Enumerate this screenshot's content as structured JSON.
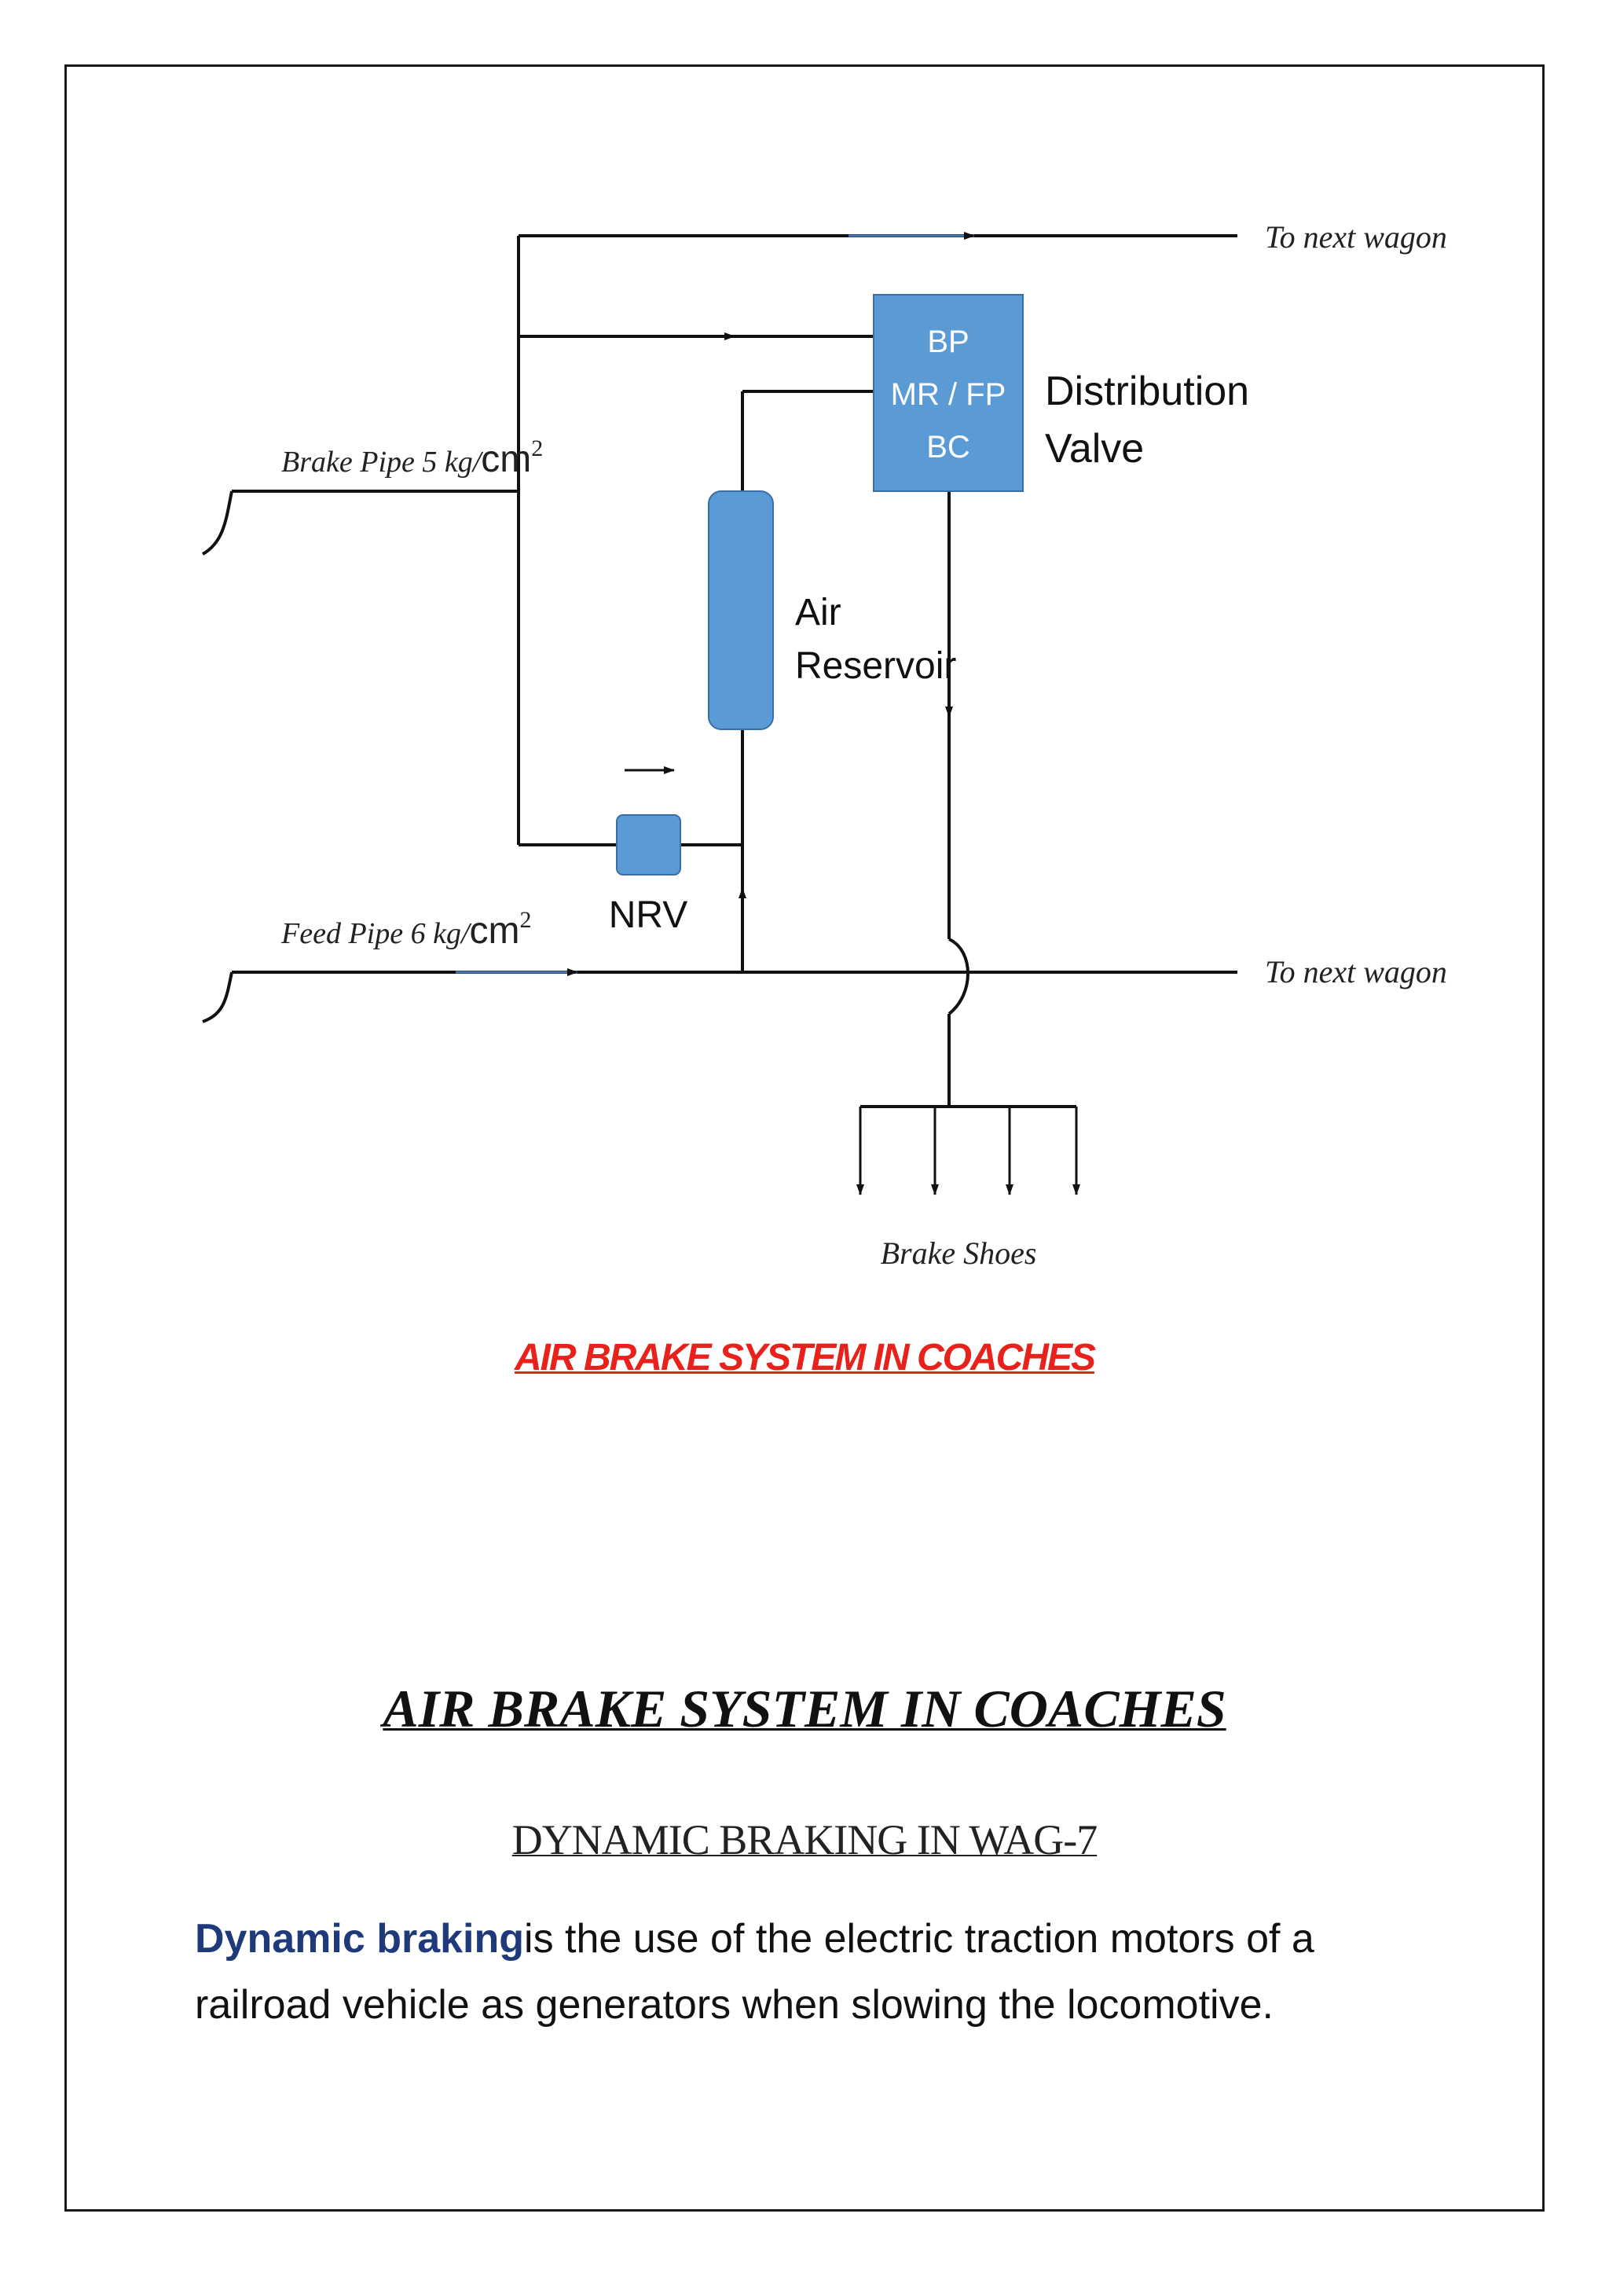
{
  "diagram": {
    "to_next_wagon_top": "To next wagon",
    "to_next_wagon_bottom": "To next wagon",
    "brake_pipe_label": "Brake Pipe 5 kg/",
    "brake_pipe_unit": "cm",
    "brake_pipe_exp": "2",
    "feed_pipe_label": "Feed Pipe 6 kg/",
    "feed_pipe_unit": "cm",
    "feed_pipe_exp": "2",
    "dv_line1": "BP",
    "dv_line2": "MR / FP",
    "dv_line3": "BC",
    "dv_label1": "Distribution",
    "dv_label2": "Valve",
    "ar_label1": "Air",
    "ar_label2": "Reservoir",
    "nrv_label": "NRV",
    "brake_shoes": "Brake Shoes",
    "box_color": "#5b9bd5"
  },
  "caption": "AIR BRAKE SYSTEM IN COACHES",
  "main_title": "AIR BRAKE SYSTEM IN COACHES",
  "sub_title": "DYNAMIC BRAKING IN WAG-7",
  "body": {
    "term": "Dynamic braking",
    "text_line1": "is the use of the electric traction motors of a",
    "text_line2": "railroad vehicle as generators when slowing the locomotive."
  }
}
